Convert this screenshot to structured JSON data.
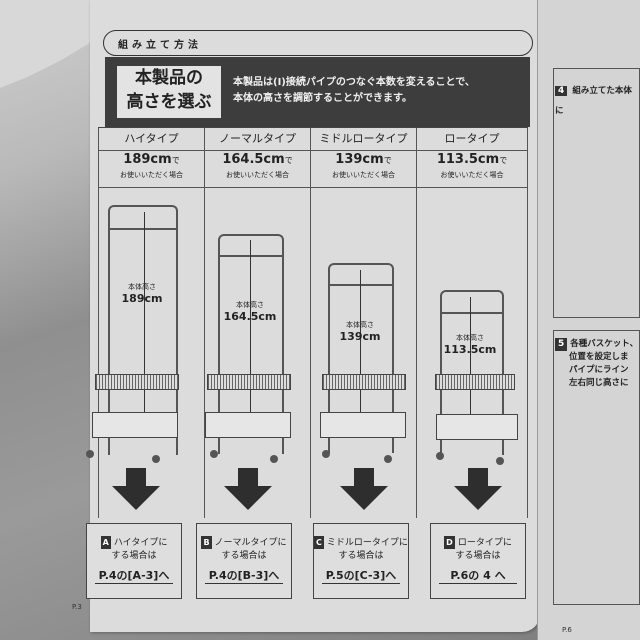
{
  "section": {
    "label": "組み立て方法"
  },
  "header": {
    "title_line1": "本製品の",
    "title_line2": "高さを選ぶ",
    "desc_line1": "本製品は(I)接続パイプのつなぐ本数を変えることで、",
    "desc_line2": "本体の高さを調節することができます。"
  },
  "columns": [
    {
      "type": "ハイタイプ",
      "height": "189cm",
      "suffix": "で",
      "note": "お使いいただく場合",
      "label": "本体高さ",
      "value": "189cm",
      "result": {
        "badge": "A",
        "line1": "ハイタイプに",
        "line2": "する場合は",
        "ref": "P.4の[A-3]へ"
      }
    },
    {
      "type": "ノーマルタイプ",
      "height": "164.5cm",
      "suffix": "で",
      "note": "お使いいただく場合",
      "label": "本体高さ",
      "value": "164.5cm",
      "result": {
        "badge": "B",
        "line1": "ノーマルタイプに",
        "line2": "する場合は",
        "ref": "P.4の[B-3]へ"
      }
    },
    {
      "type": "ミドルロータイプ",
      "height": "139cm",
      "suffix": "で",
      "note": "お使いいただく場合",
      "label": "本体高さ",
      "value": "139cm",
      "result": {
        "badge": "C",
        "line1": "ミドルロータイプに",
        "line2": "する場合は",
        "ref": "P.5の[C-3]へ"
      }
    },
    {
      "type": "ロータイプ",
      "height": "113.5cm",
      "suffix": "で",
      "note": "お使いいただく場合",
      "label": "本体高さ",
      "value": "113.5cm",
      "result": {
        "badge": "D",
        "line1": "ロータイプに",
        "line2": "する場合は",
        "ref": "P.6の 4 へ"
      }
    }
  ],
  "footer": {
    "left_page": "P.3",
    "right_page": "P.6"
  },
  "right_page": {
    "step4": {
      "num": "4",
      "text": "組み立てた本体に"
    },
    "step5": {
      "num": "5",
      "lines": [
        "各種バスケット、",
        "位置を設定しま",
        "パイプにライン",
        "左右同じ高さに"
      ]
    }
  }
}
